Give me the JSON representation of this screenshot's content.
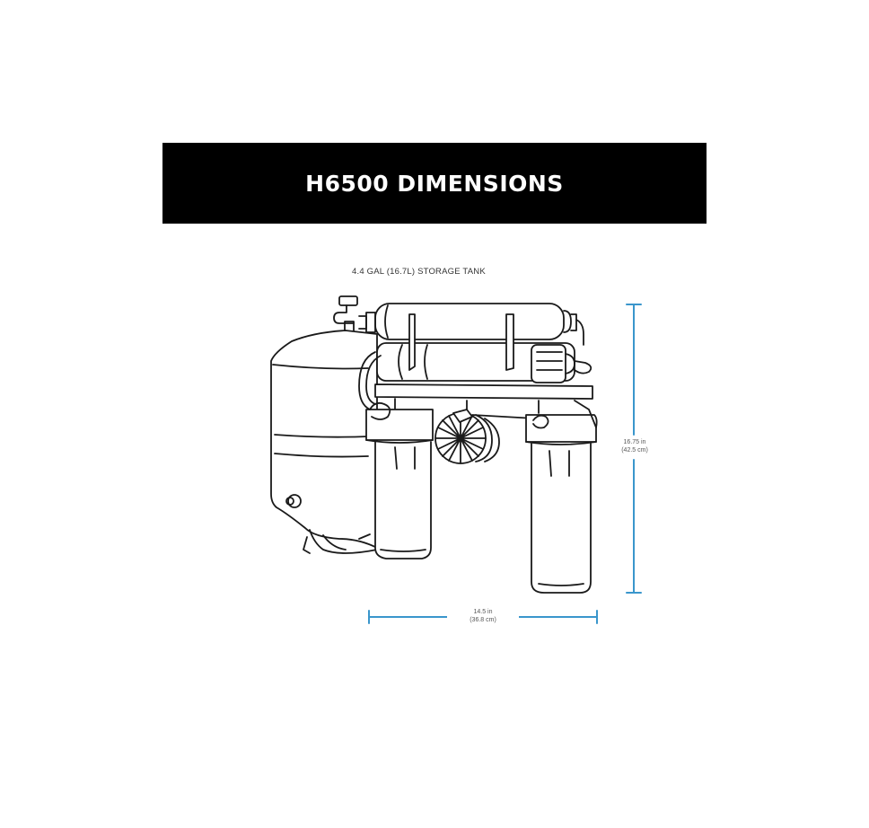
{
  "banner": {
    "title": "H6500 DIMENSIONS",
    "background_color": "#000000",
    "text_color": "#ffffff"
  },
  "diagram": {
    "subject": "reverse osmosis water filtration system line drawing",
    "storage_tank_label": "4.4 GAL (16.7L) STORAGE TANK",
    "dimension_color": "#3a96cc",
    "height": {
      "imperial": "16.75 in",
      "metric": "(42.5 cm)"
    },
    "width": {
      "imperial": "14.5 in",
      "metric": "(36.8 cm)"
    }
  }
}
